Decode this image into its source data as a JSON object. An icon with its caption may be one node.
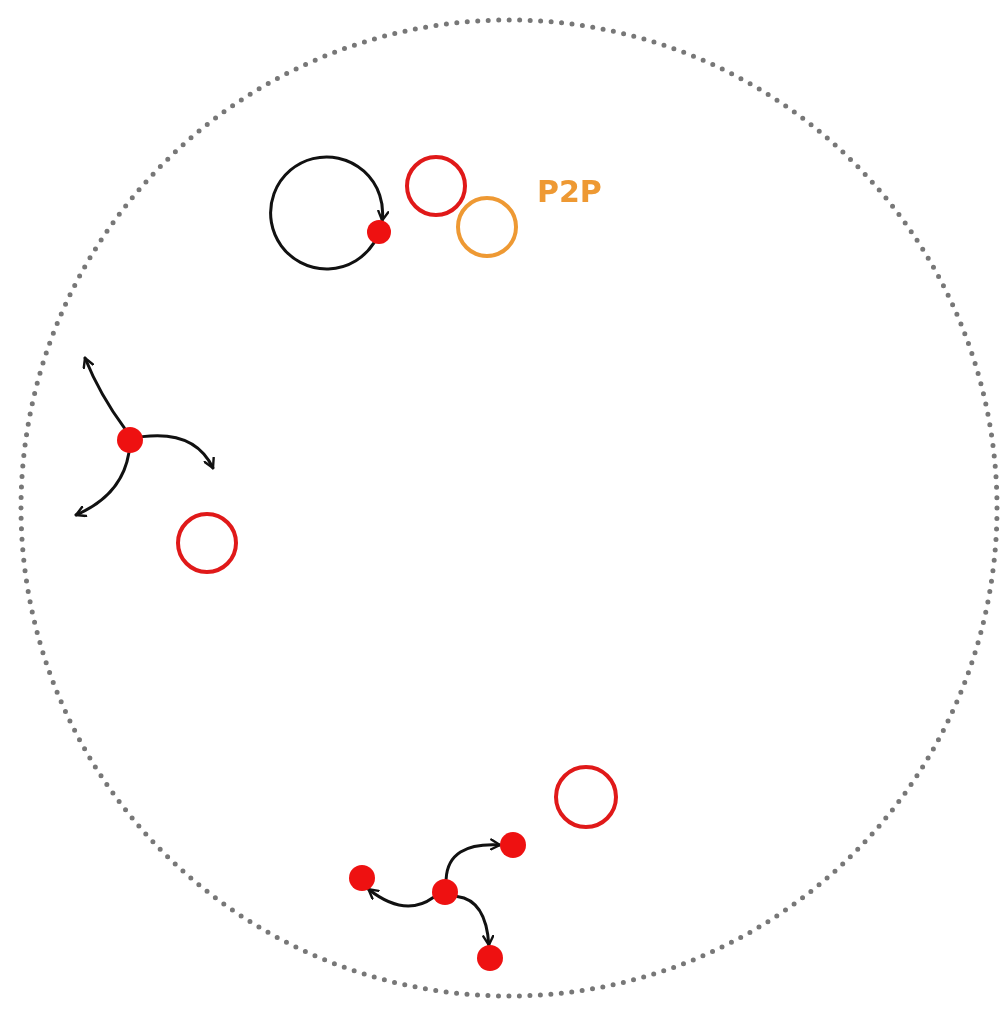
{
  "diagram": {
    "nodes": [
      {
        "text": [],
        "shape": "circle"
      },
      {
        "text": [],
        "shape": "circle"
      },
      {
        "text": [],
        "shape": "circle"
      },
      {
        "text": [],
        "shape": "circle"
      },
      {
        "text": [],
        "shape": "circle"
      },
      {
        "text": [],
        "shape": "circle"
      },
      {
        "text": [],
        "shape": "circle"
      },
      {
        "text": [],
        "shape": "circle"
      },
      {
        "text": [],
        "shape": "circle"
      },
      {
        "text": [],
        "shape": "circle"
      }
    ],
    "edges": [
      {
        "from": 0,
        "to": 0,
        "arrow": "to"
      },
      {
        "from": 3,
        "to": null,
        "arrow": "to"
      },
      {
        "from": 3,
        "to": null,
        "arrow": "to"
      },
      {
        "from": 3,
        "to": null,
        "arrow": "to"
      },
      {
        "from": 7,
        "to": 8,
        "arrow": "to"
      },
      {
        "from": 7,
        "to": 6,
        "arrow": "to"
      },
      {
        "from": 7,
        "to": 9,
        "arrow": "to"
      }
    ],
    "labels": [
      "P2P"
    ]
  }
}
